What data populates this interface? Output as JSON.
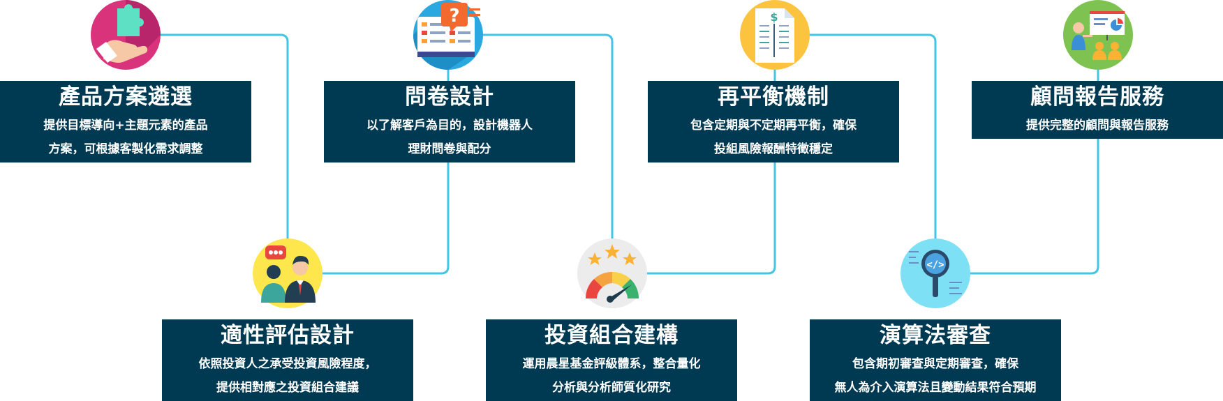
{
  "colors": {
    "box_background": "#003a52",
    "box_text": "#ffffff",
    "connector": "#41c6e3"
  },
  "steps": [
    {
      "title": "產品方案遴選",
      "desc_lines": [
        "提供目標導向+主題元素的產品",
        "方案，可根據客製化需求調整"
      ],
      "icon": "puzzle-hand-icon",
      "icon_bg": "#d9337c"
    },
    {
      "title": "適性評估設計",
      "desc_lines": [
        "依照投資人之承受投資風險程度，",
        "提供相對應之投資組合建議"
      ],
      "icon": "advisor-meeting-icon",
      "icon_bg": "#fde74c"
    },
    {
      "title": "問卷設計",
      "desc_lines": [
        "以了解客戶為目的，設計機器人",
        "理財問卷與配分"
      ],
      "icon": "questionnaire-icon",
      "icon_bg": "#2ba8e0"
    },
    {
      "title": "投資組合建構",
      "desc_lines": [
        "運用晨星基金評級體系，整合量化",
        "分析與分析師質化研究"
      ],
      "icon": "rating-gauge-icon",
      "icon_bg": "#ececec"
    },
    {
      "title": "再平衡機制",
      "desc_lines": [
        "包含定期與不定期再平衡，確保",
        "投組風險報酬特徵穩定"
      ],
      "icon": "balance-document-icon",
      "icon_bg": "#fcc43e"
    },
    {
      "title": "演算法審查",
      "desc_lines": [
        "包含期初審查與定期審查，確保",
        "無人為介入演算法且變動結果符合預期"
      ],
      "icon": "code-review-icon",
      "icon_bg": "#7ee0f5"
    },
    {
      "title": "顧問報告服務",
      "desc_lines": [
        "提供完整的顧問與報告服務"
      ],
      "icon": "presentation-icon",
      "icon_bg": "#7ec352"
    }
  ]
}
